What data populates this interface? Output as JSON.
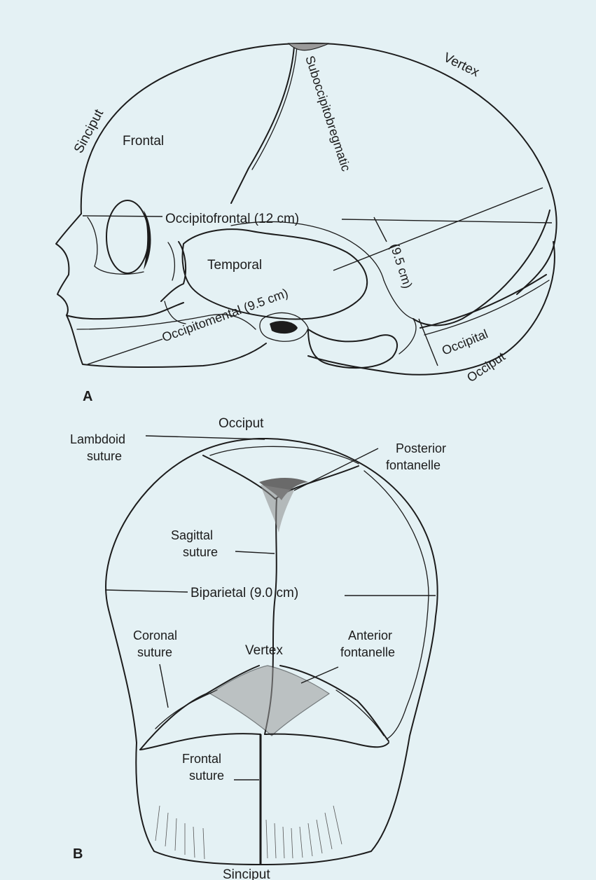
{
  "panel_a": {
    "panel_label": "A",
    "labels": {
      "sinciput": "Sinciput",
      "frontal": "Frontal",
      "suboccipitobregmatic": "Suboccipitobregmatic",
      "vertex": "Vertex",
      "occipitofrontal": "Occipitofrontal (12 cm)",
      "temporal": "Temporal",
      "suboccipitobregmatic_measure": "(9.5 cm)",
      "occipitomental": "Occipitomental (9.5 cm)",
      "occipital": "Occipital",
      "occiput": "Occiput"
    }
  },
  "panel_b": {
    "panel_label": "B",
    "labels": {
      "occiput": "Occiput",
      "lambdoid_suture": [
        "Lambdoid",
        "suture"
      ],
      "posterior_fontanelle": [
        "Posterior",
        "fontanelle"
      ],
      "sagittal_suture": [
        "Sagittal",
        "suture"
      ],
      "biparietal": "Biparietal (9.0 cm)",
      "coronal_suture": [
        "Coronal",
        "suture"
      ],
      "vertex": "Vertex",
      "anterior_fontanelle": [
        "Anterior",
        "fontanelle"
      ],
      "frontal_suture": [
        "Frontal",
        "suture"
      ],
      "sinciput": "Sinciput"
    }
  }
}
